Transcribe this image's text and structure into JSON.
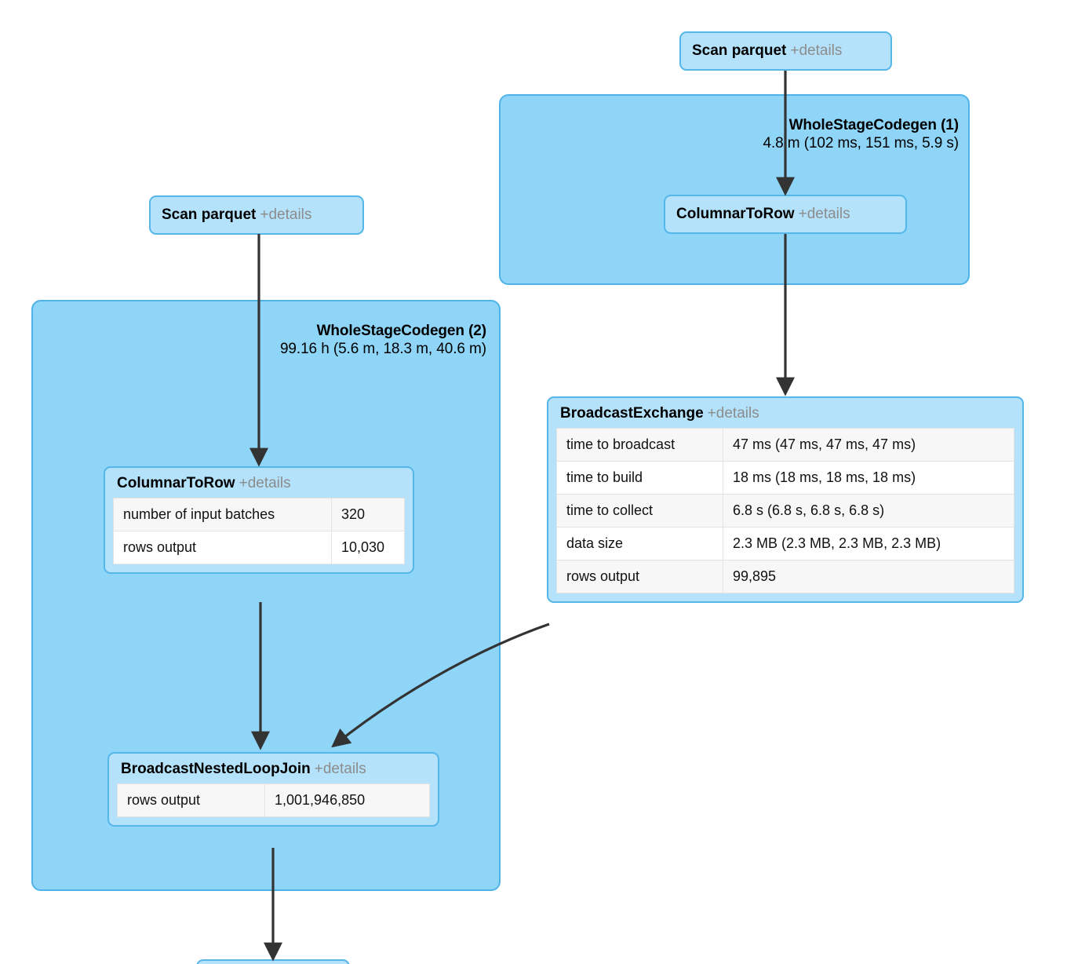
{
  "diagram": {
    "type": "spark-sql-query-execution-plan",
    "details_suffix": "+details",
    "colors": {
      "cluster_fill": "#8ed5f8",
      "cluster_border": "#4fb3e8",
      "node_fill": "#b4e2fb",
      "node_border": "#55b6ea",
      "edge": "#333333",
      "details_text": "#8c8c8c",
      "table_row_alt": "#f7f7f7",
      "table_row": "#ffffff",
      "table_border": "#e2e2e2"
    }
  },
  "nodes": {
    "scan_parquet_right": {
      "name": "Scan parquet",
      "details": "+details"
    },
    "scan_parquet_left": {
      "name": "Scan parquet",
      "details": "+details"
    },
    "columnar_to_row_right": {
      "name": "ColumnarToRow",
      "details": "+details"
    },
    "columnar_to_row_left": {
      "name": "ColumnarToRow",
      "details": "+details",
      "metrics": [
        {
          "key": "number of input batches",
          "value": "320"
        },
        {
          "key": "rows output",
          "value": "10,030"
        }
      ]
    },
    "broadcast_exchange": {
      "name": "BroadcastExchange",
      "details": "+details",
      "metrics": [
        {
          "key": "time to broadcast",
          "value": "47 ms (47 ms, 47 ms, 47 ms)"
        },
        {
          "key": "time to build",
          "value": "18 ms (18 ms, 18 ms, 18 ms)"
        },
        {
          "key": "time to collect",
          "value": "6.8 s (6.8 s, 6.8 s, 6.8 s)"
        },
        {
          "key": "data size",
          "value": "2.3 MB (2.3 MB, 2.3 MB, 2.3 MB)"
        },
        {
          "key": "rows output",
          "value": "99,895"
        }
      ]
    },
    "broadcast_nested_loop_join": {
      "name": "BroadcastNestedLoopJoin",
      "details": "+details",
      "metrics": [
        {
          "key": "rows output",
          "value": "1,001,946,850"
        }
      ]
    }
  },
  "clusters": {
    "wholestage_1": {
      "title": "WholeStageCodegen (1)",
      "metric": "4.8 m (102 ms, 151 ms, 5.9 s)"
    },
    "wholestage_2": {
      "title": "WholeStageCodegen (2)",
      "metric": "99.16 h (5.6 m, 18.3 m, 40.6 m)"
    }
  }
}
